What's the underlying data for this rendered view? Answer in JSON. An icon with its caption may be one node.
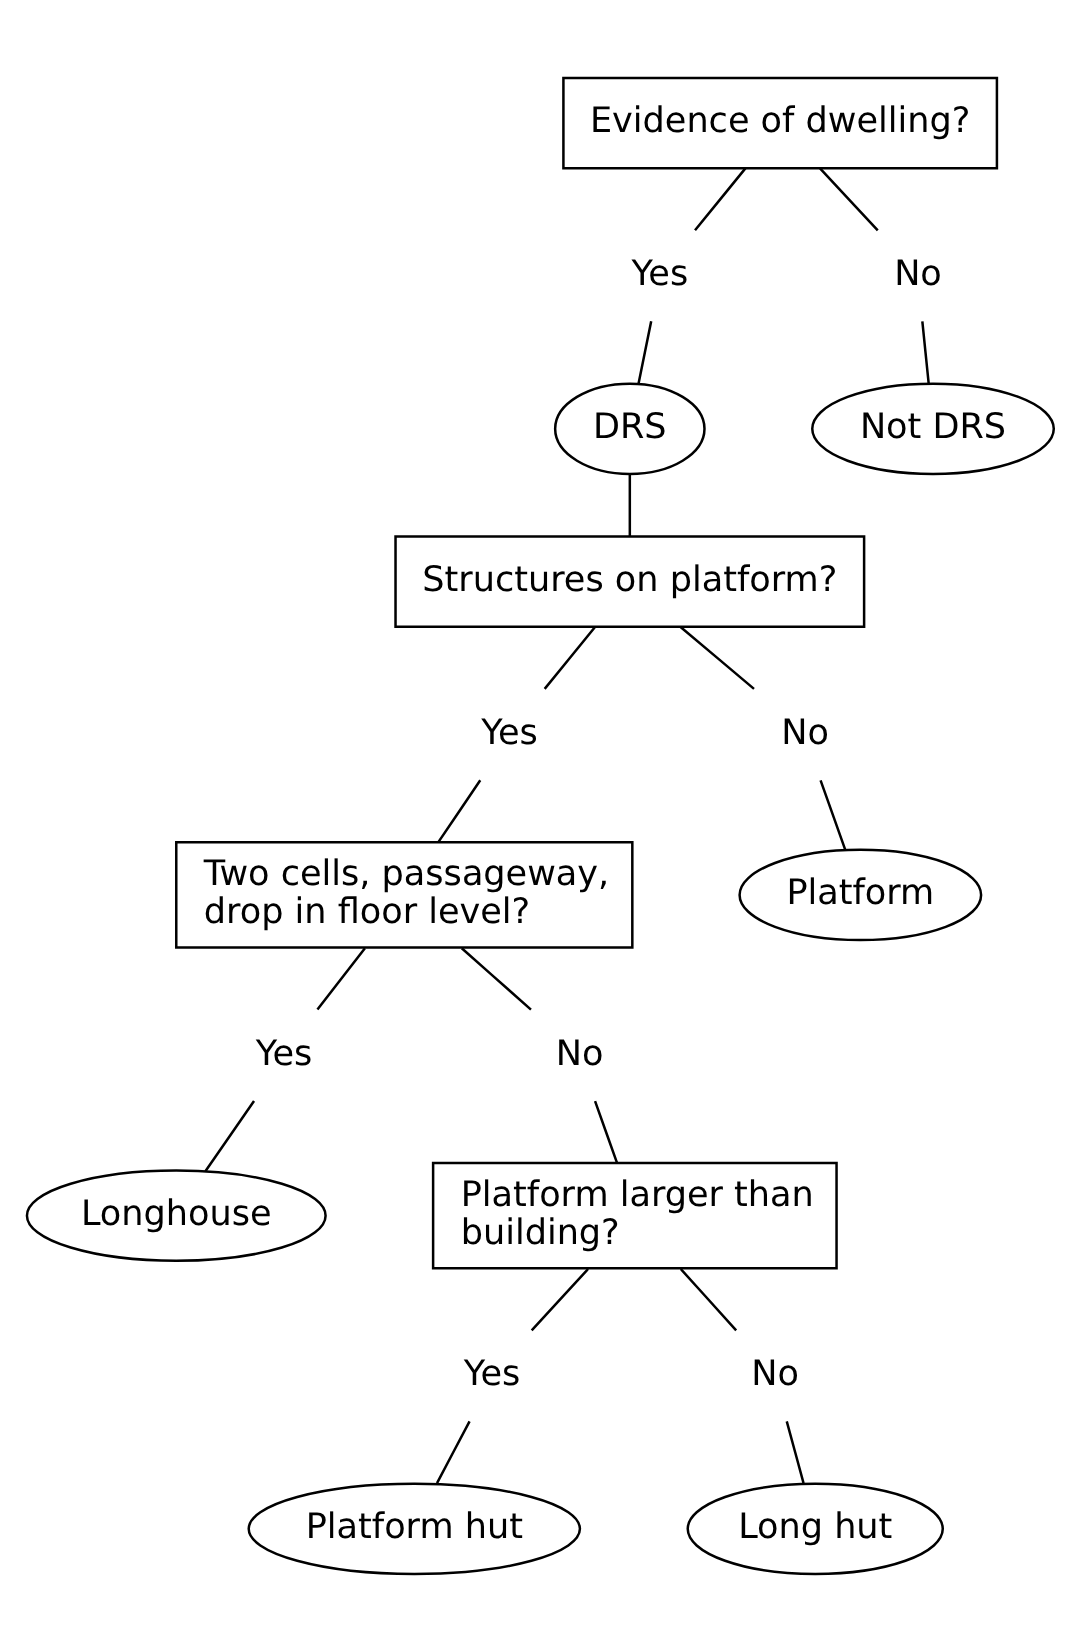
{
  "diagram": {
    "nodes": [
      {
        "text": [
          "Evidence of dwelling?"
        ]
      },
      {
        "text": [
          "Yes"
        ]
      },
      {
        "text": [
          "No"
        ]
      },
      {
        "text": [
          "DRS"
        ]
      },
      {
        "text": [
          "Not DRS"
        ]
      },
      {
        "text": [
          "Structures on platform?"
        ]
      },
      {
        "text": [
          "Yes"
        ]
      },
      {
        "text": [
          "No"
        ]
      },
      {
        "text": [
          "Platform"
        ]
      },
      {
        "text": [
          "Two cells, passageway, drop in floor level?"
        ]
      },
      {
        "text": [
          "Yes"
        ]
      },
      {
        "text": [
          "No"
        ]
      },
      {
        "text": [
          "Longhouse"
        ]
      },
      {
        "text": [
          "Platform larger than building?"
        ]
      },
      {
        "text": [
          "Yes"
        ]
      },
      {
        "text": [
          "No"
        ]
      },
      {
        "text": [
          "Platform hut"
        ]
      },
      {
        "text": [
          "Long hut"
        ]
      }
    ],
    "edges": [
      {
        "from": 0,
        "to": 1,
        "arrow": "none"
      },
      {
        "from": 0,
        "to": 2,
        "arrow": "none"
      },
      {
        "from": 1,
        "to": 3,
        "arrow": "none"
      },
      {
        "from": 2,
        "to": 4,
        "arrow": "none"
      },
      {
        "from": 3,
        "to": 5,
        "arrow": "none"
      },
      {
        "from": 5,
        "to": 6,
        "arrow": "none"
      },
      {
        "from": 5,
        "to": 7,
        "arrow": "none"
      },
      {
        "from": 7,
        "to": 8,
        "arrow": "none"
      },
      {
        "from": 6,
        "to": 9,
        "arrow": "none"
      },
      {
        "from": 9,
        "to": 10,
        "arrow": "none"
      },
      {
        "from": 9,
        "to": 11,
        "arrow": "none"
      },
      {
        "from": 10,
        "to": 12,
        "arrow": "none"
      },
      {
        "from": 11,
        "to": 13,
        "arrow": "none"
      },
      {
        "from": 13,
        "to": 14,
        "arrow": "none"
      },
      {
        "from": 13,
        "to": 15,
        "arrow": "none"
      },
      {
        "from": 14,
        "to": 16,
        "arrow": "none"
      },
      {
        "from": 15,
        "to": 17,
        "arrow": "none"
      }
    ]
  }
}
